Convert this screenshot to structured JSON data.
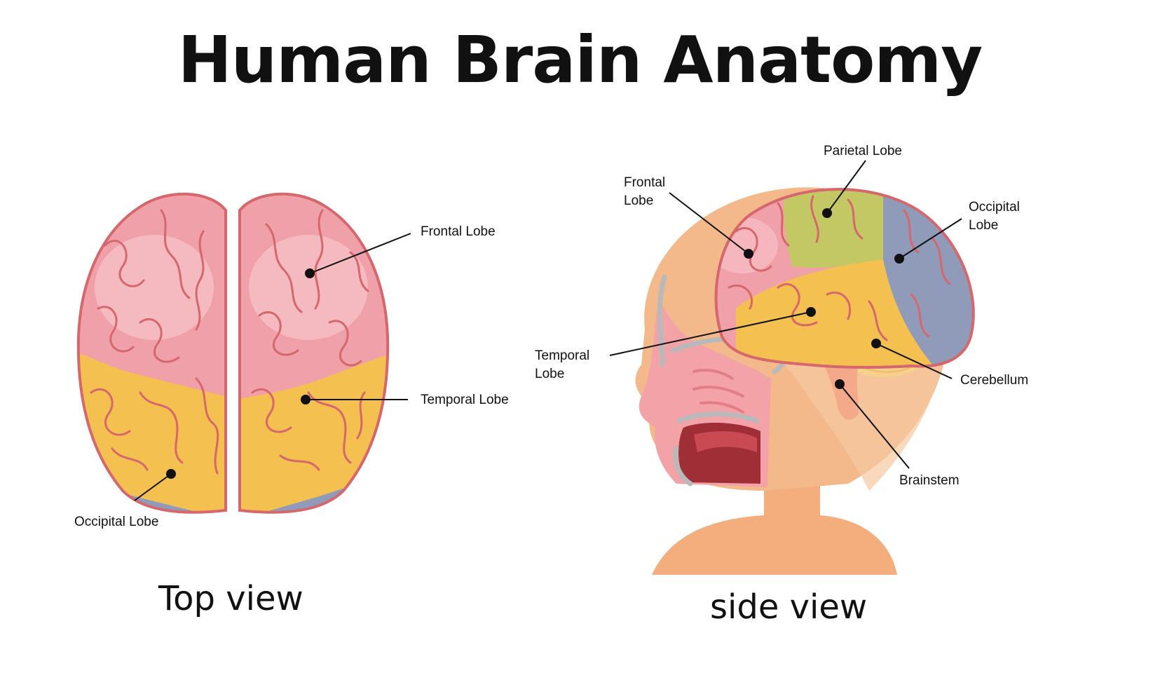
{
  "title": "Human Brain Anatomy",
  "top_view": {
    "caption": "Top view",
    "labels": {
      "frontal": "Frontal Lobe",
      "temporal": "Temporal Lobe",
      "occipital": "Occipital Lobe"
    }
  },
  "side_view": {
    "caption": "side view",
    "labels": {
      "frontal": [
        "Frontal",
        "Lobe"
      ],
      "parietal": "Parietal Lobe",
      "occipital": [
        "Occipital",
        "Lobe"
      ],
      "temporal": [
        "Temporal",
        "Lobe"
      ],
      "cerebellum": "Cerebellum",
      "brainstem": "Brainstem"
    }
  },
  "colors": {
    "frontal": "#f0a0a8",
    "temporal": "#f2c25a",
    "occipital": "#8f9bb8",
    "parietal": "#c3c864",
    "cerebellum": "#f6d18b",
    "skin": "#f4b98a",
    "gyri_line": "#d6676c"
  }
}
